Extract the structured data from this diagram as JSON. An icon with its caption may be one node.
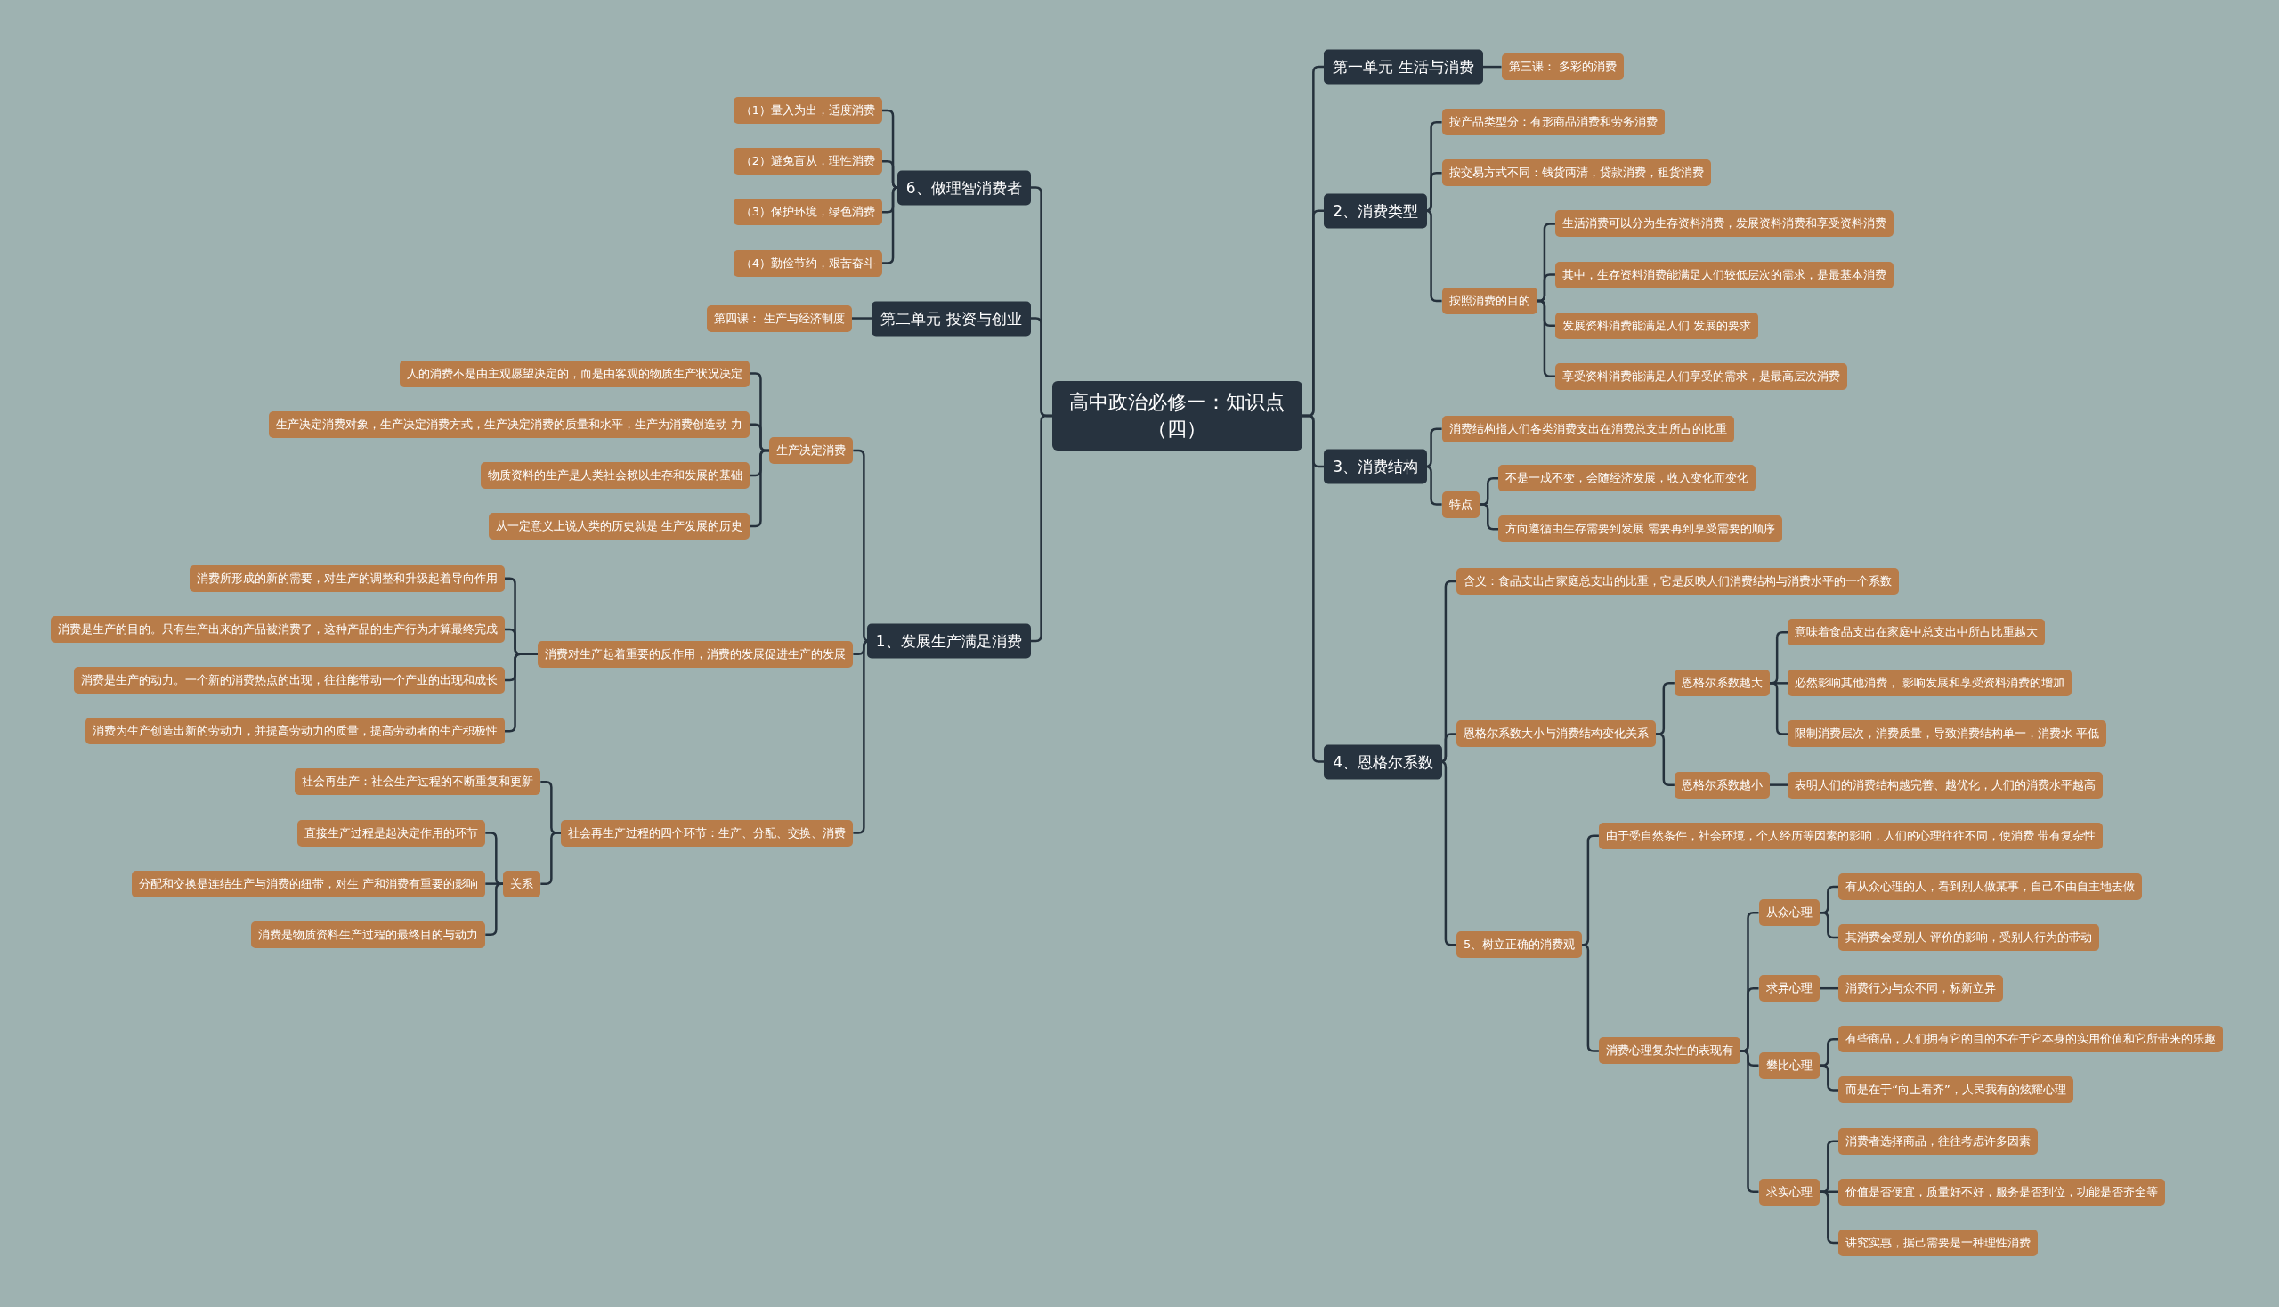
{
  "diagram": {
    "nodes": [
      {
        "text": [
          "高中政治必修一：知识点（四）"
        ]
      },
      {
        "text": [
          "第一单元 生活与消费"
        ]
      },
      {
        "text": [
          "第三课： 多彩的消费"
        ]
      },
      {
        "text": [
          "2、消费类型"
        ]
      },
      {
        "text": [
          "按产品类型分：有形商品消费和劳务消费"
        ]
      },
      {
        "text": [
          "按交易方式不同：钱货两清，贷款消费，租货消费"
        ]
      },
      {
        "text": [
          "按照消费的目的"
        ]
      },
      {
        "text": [
          "生活消费可以分为生存资料消费，发展资料消费和享受资料消费"
        ]
      },
      {
        "text": [
          "其中，生存资料消费能满足人们较低层次的需求，是最基本消费"
        ]
      },
      {
        "text": [
          "发展资料消费能满足人们 发展的要求"
        ]
      },
      {
        "text": [
          "享受资料消费能满足人们享受的需求，是最高层次消费"
        ]
      },
      {
        "text": [
          "3、消费结构"
        ]
      },
      {
        "text": [
          "消费结构指人们各类消费支出在消费总支出所占的比重"
        ]
      },
      {
        "text": [
          "特点"
        ]
      },
      {
        "text": [
          "不是一成不变，会随经济发展，收入变化而变化"
        ]
      },
      {
        "text": [
          "方向遵循由生存需要到发展 需要再到享受需要的顺序"
        ]
      },
      {
        "text": [
          "4、恩格尔系数"
        ]
      },
      {
        "text": [
          "含义：食品支出占家庭总支出的比重，它是反映人们消费结构与消费水平的一个系数"
        ]
      },
      {
        "text": [
          "恩格尔系数大小与消费结构变化关系"
        ]
      },
      {
        "text": [
          "恩格尔系数越大"
        ]
      },
      {
        "text": [
          "意味着食品支出在家庭中总支出中所占比重越大"
        ]
      },
      {
        "text": [
          "必然影响其他消费， 影响发展和享受资料消费的增加"
        ]
      },
      {
        "text": [
          "限制消费层次，消费质量，导致消费结构单一，消费水 平低"
        ]
      },
      {
        "text": [
          "恩格尔系数越小"
        ]
      },
      {
        "text": [
          "表明人们的消费结构越完善、越优化，人们的消费水平越高"
        ]
      },
      {
        "text": [
          "5、树立正确的消费观"
        ]
      },
      {
        "text": [
          "由于受自然条件，社会环境，个人经历等因素的影响，人们的心理往往不同，使消费 带有复杂性"
        ]
      },
      {
        "text": [
          "消费心理复杂性的表现有"
        ]
      },
      {
        "text": [
          "从众心理"
        ]
      },
      {
        "text": [
          "有从众心理的人，看到别人做某事，自己不由自主地去做"
        ]
      },
      {
        "text": [
          "其消费会受别人 评价的影响，受别人行为的带动"
        ]
      },
      {
        "text": [
          "求异心理"
        ]
      },
      {
        "text": [
          "消费行为与众不同，标新立异"
        ]
      },
      {
        "text": [
          "攀比心理"
        ]
      },
      {
        "text": [
          "有些商品，人们拥有它的目的不在于它本身的实用价值和它所带来的乐趣"
        ]
      },
      {
        "text": [
          "而是在于“向上看齐”，人民我有的炫耀心理"
        ]
      },
      {
        "text": [
          "求实心理"
        ]
      },
      {
        "text": [
          "消费者选择商品，往往考虑许多因素"
        ]
      },
      {
        "text": [
          "价值是否便宜，质量好不好，服务是否到位，功能是否齐全等"
        ]
      },
      {
        "text": [
          "讲究实惠，据己需要是一种理性消费"
        ]
      },
      {
        "text": [
          "6、做理智消费者"
        ]
      },
      {
        "text": [
          "（1）量入为出，适度消费"
        ]
      },
      {
        "text": [
          "（2）避免盲从，理性消费"
        ]
      },
      {
        "text": [
          "（3）保护环境，绿色消费"
        ]
      },
      {
        "text": [
          "（4）勤俭节约，艰苦奋斗"
        ]
      },
      {
        "text": [
          "第二单元 投资与创业"
        ]
      },
      {
        "text": [
          "第四课： 生产与经济制度"
        ]
      },
      {
        "text": [
          "1、发展生产满足消费"
        ]
      },
      {
        "text": [
          "生产决定消费"
        ]
      },
      {
        "text": [
          "人的消费不是由主观愿望决定的，而是由客观的物质生产状况决定"
        ]
      },
      {
        "text": [
          "生产决定消费对象，生产决定消费方式，生产决定消费的质量和水平，生产为消费创造动 力"
        ]
      },
      {
        "text": [
          "物质资料的生产是人类社会赖以生存和发展的基础"
        ]
      },
      {
        "text": [
          "从一定意义上说人类的历史就是 生产发展的历史"
        ]
      },
      {
        "text": [
          "消费对生产起着重要的反作用，消费的发展促进生产的发展"
        ]
      },
      {
        "text": [
          "消费所形成的新的需要，对生产的调整和升级起着导向作用"
        ]
      },
      {
        "text": [
          "消费是生产的目的。只有生产出来的产品被消费了，这种产品的生产行为才算最终完成"
        ]
      },
      {
        "text": [
          "消费是生产的动力。一个新的消费热点的出现，往往能带动一个产业的出现和成长"
        ]
      },
      {
        "text": [
          "消费为生产创造出新的劳动力，并提高劳动力的质量，提高劳动者的生产积极性"
        ]
      },
      {
        "text": [
          "社会再生产过程的四个环节：生产、分配、交换、消费"
        ]
      },
      {
        "text": [
          "社会再生产：社会生产过程的不断重复和更新"
        ]
      },
      {
        "text": [
          "关系"
        ]
      },
      {
        "text": [
          "直接生产过程是起决定作用的环节"
        ]
      },
      {
        "text": [
          "分配和交换是连结生产与消费的纽带，对生 产和消费有重要的影响"
        ]
      },
      {
        "text": [
          "消费是物质资料生产过程的最终目的与动力"
        ]
      }
    ],
    "edges": [
      {
        "from": 0,
        "to": 1,
        "arrow": "none"
      },
      {
        "from": 1,
        "to": 2,
        "arrow": "none"
      },
      {
        "from": 0,
        "to": 3,
        "arrow": "none"
      },
      {
        "from": 3,
        "to": 4,
        "arrow": "none"
      },
      {
        "from": 3,
        "to": 5,
        "arrow": "none"
      },
      {
        "from": 3,
        "to": 6,
        "arrow": "none"
      },
      {
        "from": 6,
        "to": 7,
        "arrow": "none"
      },
      {
        "from": 6,
        "to": 8,
        "arrow": "none"
      },
      {
        "from": 6,
        "to": 9,
        "arrow": "none"
      },
      {
        "from": 6,
        "to": 10,
        "arrow": "none"
      },
      {
        "from": 0,
        "to": 11,
        "arrow": "none"
      },
      {
        "from": 11,
        "to": 12,
        "arrow": "none"
      },
      {
        "from": 11,
        "to": 13,
        "arrow": "none"
      },
      {
        "from": 13,
        "to": 14,
        "arrow": "none"
      },
      {
        "from": 13,
        "to": 15,
        "arrow": "none"
      },
      {
        "from": 0,
        "to": 16,
        "arrow": "none"
      },
      {
        "from": 16,
        "to": 17,
        "arrow": "none"
      },
      {
        "from": 16,
        "to": 18,
        "arrow": "none"
      },
      {
        "from": 18,
        "to": 19,
        "arrow": "none"
      },
      {
        "from": 19,
        "to": 20,
        "arrow": "none"
      },
      {
        "from": 19,
        "to": 21,
        "arrow": "none"
      },
      {
        "from": 19,
        "to": 22,
        "arrow": "none"
      },
      {
        "from": 18,
        "to": 23,
        "arrow": "none"
      },
      {
        "from": 23,
        "to": 24,
        "arrow": "none"
      },
      {
        "from": 16,
        "to": 25,
        "arrow": "none"
      },
      {
        "from": 25,
        "to": 26,
        "arrow": "none"
      },
      {
        "from": 25,
        "to": 27,
        "arrow": "none"
      },
      {
        "from": 27,
        "to": 28,
        "arrow": "none"
      },
      {
        "from": 28,
        "to": 29,
        "arrow": "none"
      },
      {
        "from": 28,
        "to": 30,
        "arrow": "none"
      },
      {
        "from": 27,
        "to": 31,
        "arrow": "none"
      },
      {
        "from": 31,
        "to": 32,
        "arrow": "none"
      },
      {
        "from": 27,
        "to": 33,
        "arrow": "none"
      },
      {
        "from": 33,
        "to": 34,
        "arrow": "none"
      },
      {
        "from": 33,
        "to": 35,
        "arrow": "none"
      },
      {
        "from": 27,
        "to": 36,
        "arrow": "none"
      },
      {
        "from": 36,
        "to": 37,
        "arrow": "none"
      },
      {
        "from": 36,
        "to": 38,
        "arrow": "none"
      },
      {
        "from": 36,
        "to": 39,
        "arrow": "none"
      },
      {
        "from": 0,
        "to": 40,
        "arrow": "none"
      },
      {
        "from": 40,
        "to": 41,
        "arrow": "none"
      },
      {
        "from": 40,
        "to": 42,
        "arrow": "none"
      },
      {
        "from": 40,
        "to": 43,
        "arrow": "none"
      },
      {
        "from": 40,
        "to": 44,
        "arrow": "none"
      },
      {
        "from": 0,
        "to": 45,
        "arrow": "none"
      },
      {
        "from": 45,
        "to": 46,
        "arrow": "none"
      },
      {
        "from": 0,
        "to": 47,
        "arrow": "none"
      },
      {
        "from": 47,
        "to": 48,
        "arrow": "none"
      },
      {
        "from": 48,
        "to": 49,
        "arrow": "none"
      },
      {
        "from": 48,
        "to": 50,
        "arrow": "none"
      },
      {
        "from": 48,
        "to": 51,
        "arrow": "none"
      },
      {
        "from": 48,
        "to": 52,
        "arrow": "none"
      },
      {
        "from": 47,
        "to": 53,
        "arrow": "none"
      },
      {
        "from": 53,
        "to": 54,
        "arrow": "none"
      },
      {
        "from": 53,
        "to": 55,
        "arrow": "none"
      },
      {
        "from": 53,
        "to": 56,
        "arrow": "none"
      },
      {
        "from": 53,
        "to": 57,
        "arrow": "none"
      },
      {
        "from": 47,
        "to": 58,
        "arrow": "none"
      },
      {
        "from": 58,
        "to": 59,
        "arrow": "none"
      },
      {
        "from": 58,
        "to": 60,
        "arrow": "none"
      },
      {
        "from": 60,
        "to": 61,
        "arrow": "none"
      },
      {
        "from": 60,
        "to": 62,
        "arrow": "none"
      },
      {
        "from": 60,
        "to": 63,
        "arrow": "none"
      }
    ]
  }
}
